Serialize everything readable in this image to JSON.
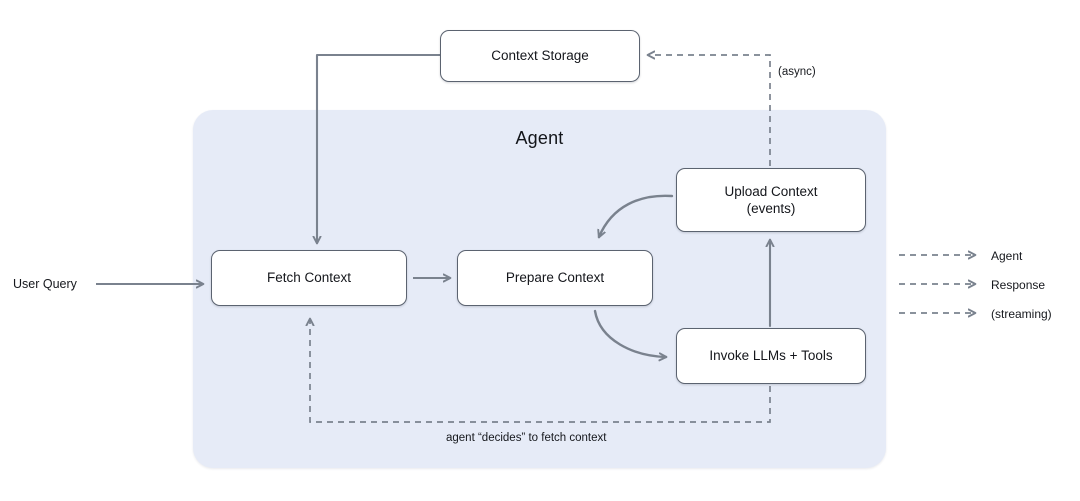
{
  "diagram": {
    "title_panel": "Agent",
    "background_color": "#ffffff",
    "panel_color": "#e6ebf7",
    "node_border_color": "#5b6370",
    "arrow_color": "#7a828e",
    "nodes": [
      {
        "id": "context-storage",
        "label": "Context Storage"
      },
      {
        "id": "fetch-context",
        "label": "Fetch Context"
      },
      {
        "id": "prepare-context",
        "label": "Prepare Context"
      },
      {
        "id": "upload-context",
        "label_line1": "Upload Context",
        "label_line2": "(events)"
      },
      {
        "id": "invoke-llms",
        "label": "Invoke LLMs + Tools"
      }
    ],
    "labels": {
      "user_query": "User Query",
      "async": "(async)",
      "decides": "agent “decides” to fetch context"
    },
    "legend": [
      {
        "id": "legend-agent",
        "label": "Agent"
      },
      {
        "id": "legend-response",
        "label": "Response"
      },
      {
        "id": "legend-streaming",
        "label": "(streaming)"
      }
    ]
  }
}
